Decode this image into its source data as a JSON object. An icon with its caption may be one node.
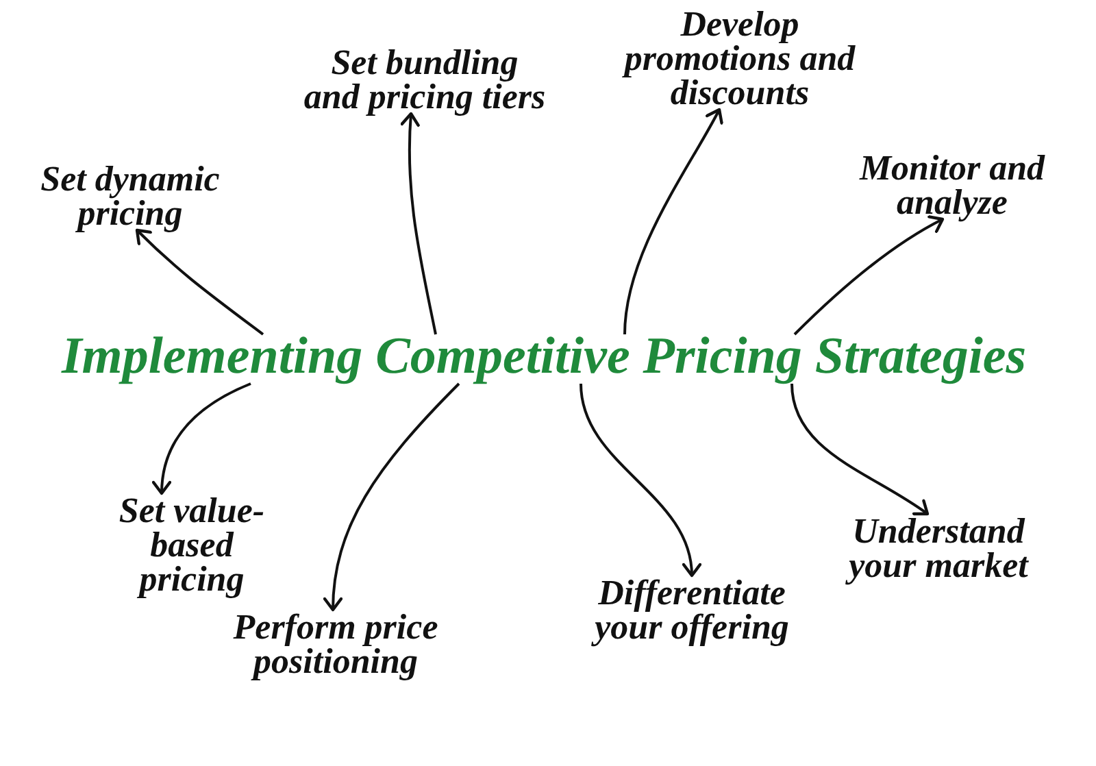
{
  "diagram": {
    "nodes": [
      {
        "text": [
          "Implementing Competitive Pricing Strategies"
        ]
      },
      {
        "text": [
          "Set dynamic pricing"
        ]
      },
      {
        "text": [
          "Set bundling and pricing tiers"
        ]
      },
      {
        "text": [
          "Develop promotions and discounts"
        ]
      },
      {
        "text": [
          "Monitor and analyze"
        ]
      },
      {
        "text": [
          "Set value-based pricing"
        ]
      },
      {
        "text": [
          "Perform price positioning"
        ]
      },
      {
        "text": [
          "Differentiate your offering"
        ]
      },
      {
        "text": [
          "Understand your market"
        ]
      }
    ],
    "edges": [
      {
        "from": 0,
        "to": 1,
        "arrow": "to"
      },
      {
        "from": 0,
        "to": 2,
        "arrow": "to"
      },
      {
        "from": 0,
        "to": 3,
        "arrow": "to"
      },
      {
        "from": 0,
        "to": 4,
        "arrow": "to"
      },
      {
        "from": 0,
        "to": 5,
        "arrow": "to"
      },
      {
        "from": 0,
        "to": 6,
        "arrow": "to"
      },
      {
        "from": 0,
        "to": 7,
        "arrow": "to"
      },
      {
        "from": 0,
        "to": 8,
        "arrow": "to"
      }
    ]
  }
}
